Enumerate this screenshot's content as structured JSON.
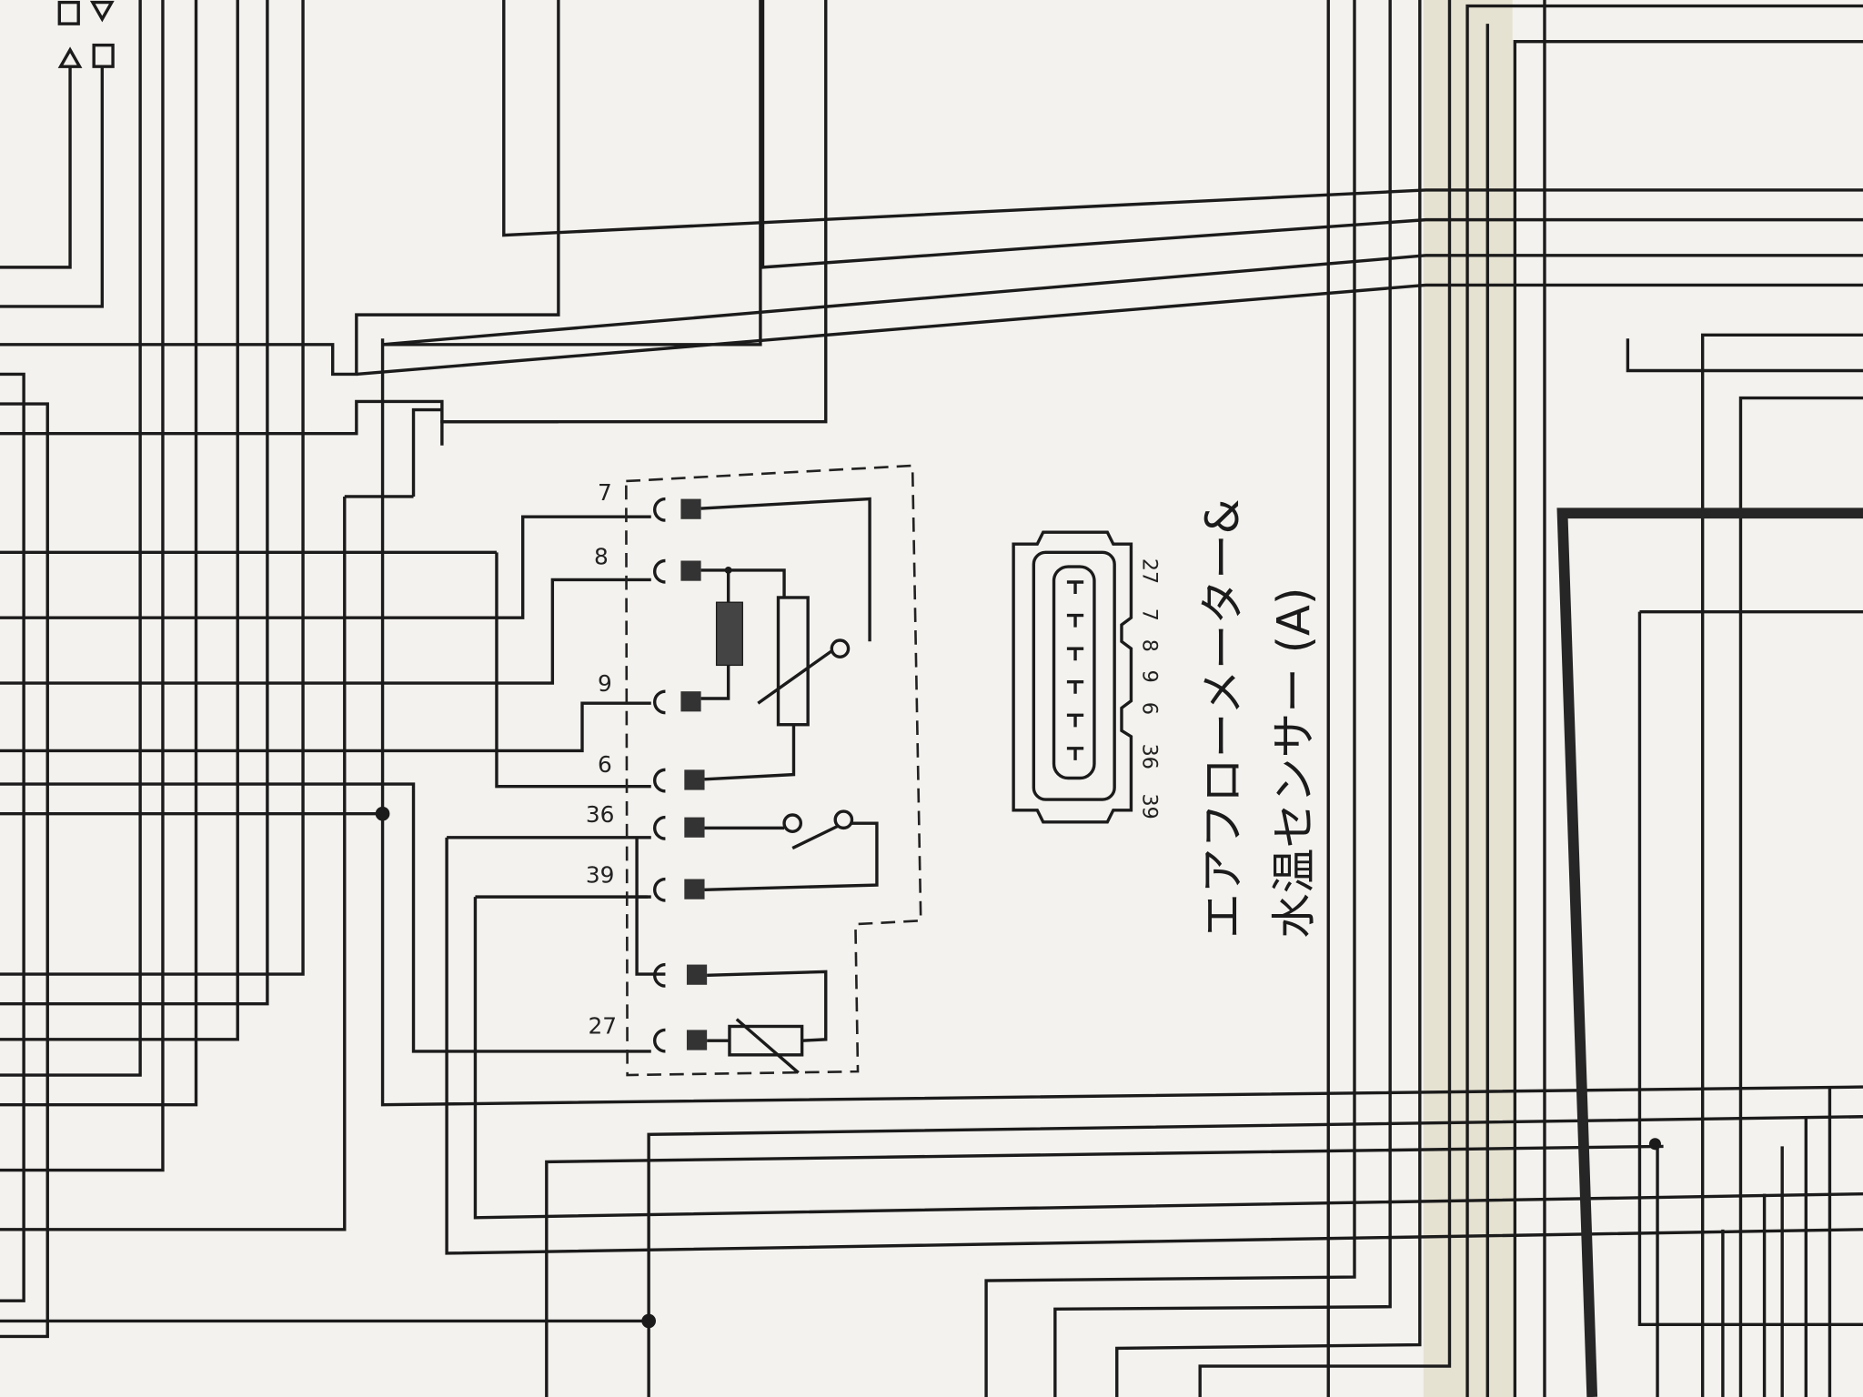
{
  "diagram": {
    "title_line1": "エアフローメーター&",
    "title_line2": "水温センサー (A)",
    "terminal_labels": [
      "7",
      "8",
      "9",
      "6",
      "36",
      "39",
      "",
      "27"
    ],
    "connector_pin_labels": [
      "27",
      "7",
      "8",
      "9",
      "6",
      "36",
      "39"
    ],
    "colors": {
      "paper": "#f3f2ee",
      "fold": "#e6e2d2",
      "ink": "#1b1b1b"
    }
  }
}
